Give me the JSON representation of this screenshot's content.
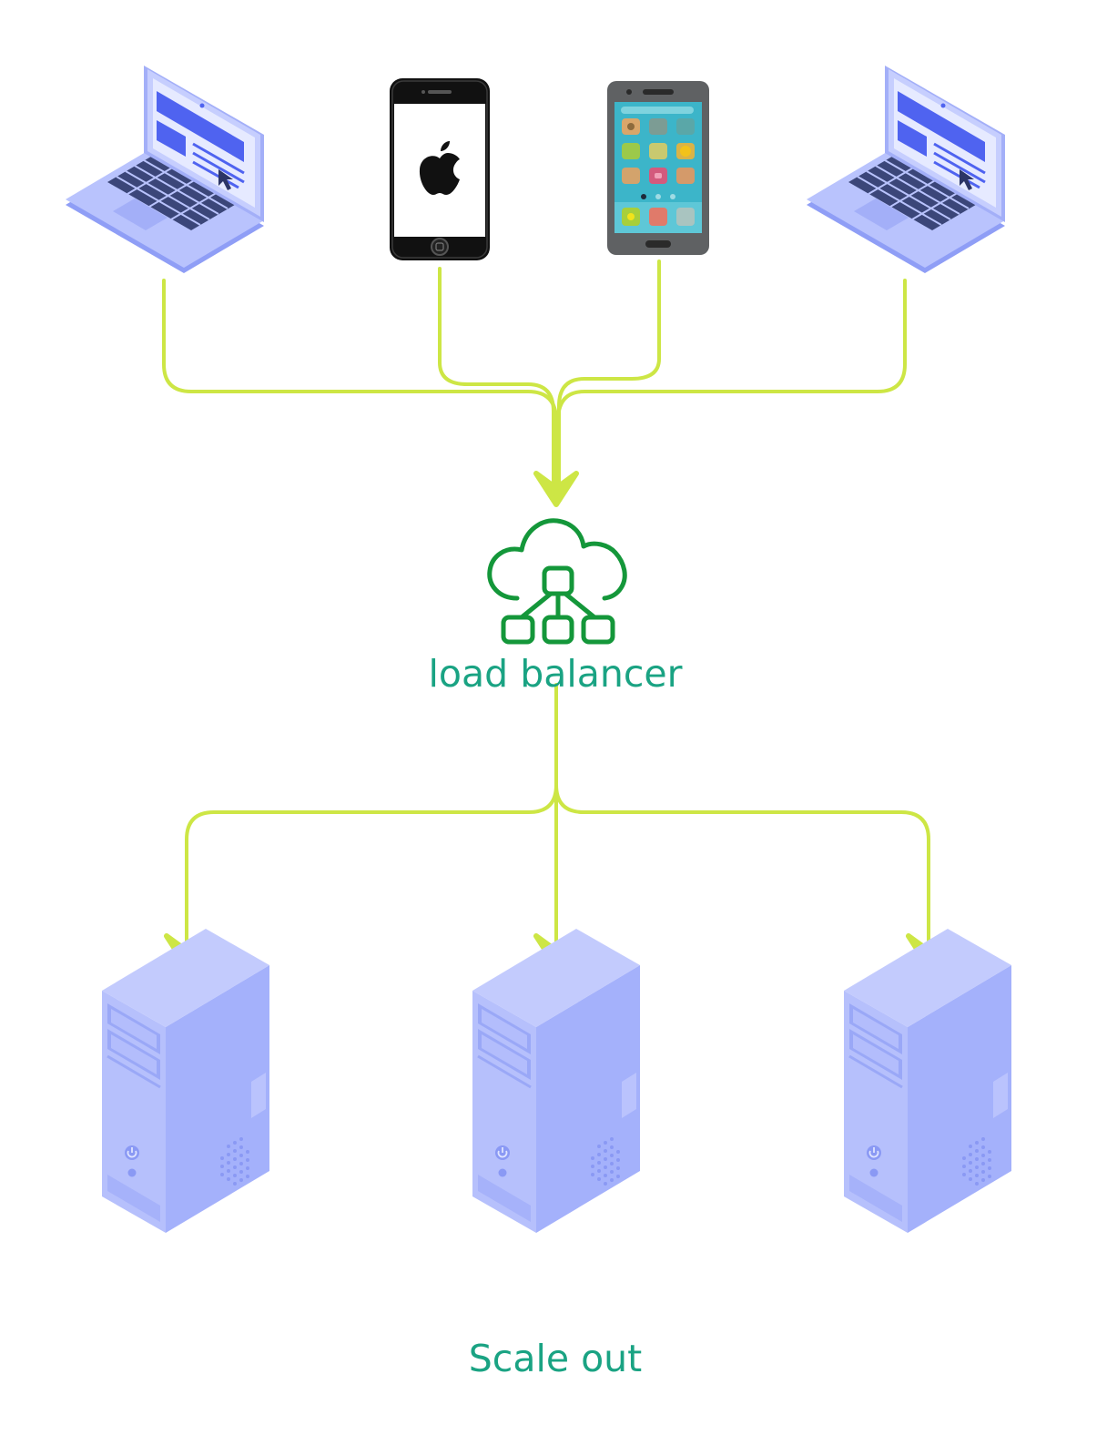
{
  "diagram": {
    "balancer_label": "load balancer",
    "caption": "Scale out"
  },
  "nodes": {
    "clients": [
      {
        "name": "laptop-left",
        "kind": "laptop"
      },
      {
        "name": "iphone",
        "kind": "iphone"
      },
      {
        "name": "android-phone",
        "kind": "android"
      },
      {
        "name": "laptop-right",
        "kind": "laptop"
      }
    ],
    "balancer": {
      "name": "load-balancer",
      "icon": "cloud-network-icon"
    },
    "servers": [
      {
        "name": "server-left"
      },
      {
        "name": "server-center"
      },
      {
        "name": "server-right"
      }
    ]
  },
  "colors": {
    "connector": "#cde645",
    "balancer_icon": "#14973a",
    "label_text": "#1aa383",
    "device_purple": "#a9b5fb",
    "device_purple_dark": "#8f9ef6",
    "device_purple_light": "#c3cbfd",
    "screen_blue": "#4f63f0",
    "key_dark": "#3b4679"
  }
}
